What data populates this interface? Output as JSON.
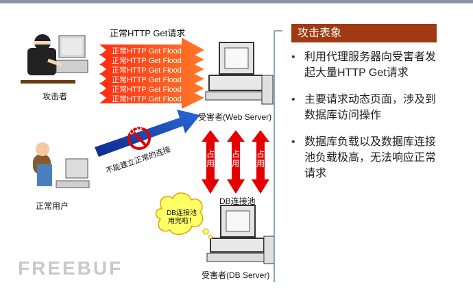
{
  "diagram": {
    "attacker_label": "攻击者",
    "normal_user_label": "正常用户",
    "request_caption": "正常HTTP Get请求",
    "flood_labels": [
      "正常HTTP Get Flood",
      "正常HTTP Get Flood",
      "正常HTTP Get Flood",
      "正常HTTP Get Flood",
      "正常HTTP Get Flood",
      "正常HTTP Get Flood"
    ],
    "blocked_arrow_text": "正常HTTP Get Flood",
    "blocked_caption": "不能建立正常的连接",
    "web_server_label": "受害者(Web Server)",
    "occupied_label": "占用",
    "db_pool_label": "DB连接池",
    "bubble_text": "DB连接池用完啦！",
    "db_server_label": "受害者(DB Server)"
  },
  "panel": {
    "title": "攻击表象",
    "bullets": [
      "利用代理服务器向受害者发起大量HTTP Get请求",
      "主要请求动态页面，涉及到数据库访问操作",
      "数据库负载以及数据库连接池负载极高，无法响应正常请求"
    ]
  },
  "watermark": "FREEBUF",
  "colors": {
    "title_bg": "#a03a12",
    "flood_arrow": "#ff4a1c",
    "blocked_arrow": "#1a3fb0",
    "pool_arrow": "#e00000"
  }
}
